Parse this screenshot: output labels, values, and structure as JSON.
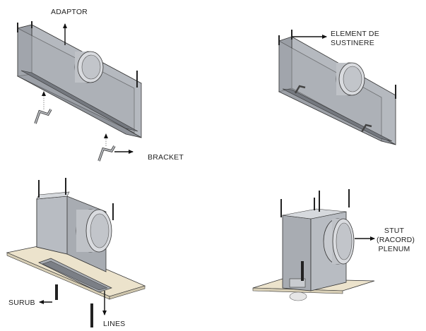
{
  "labels": {
    "adaptor": "ADAPTOR",
    "bracket": "BRACKET",
    "element_line1": "ELEMENT DE",
    "element_line2": "SUSTINERE",
    "surub": "SURUB",
    "lines": "LINES",
    "stut_line1": "STUT",
    "stut_line2": "(RACORD)",
    "stut_line3": "PLENUM"
  },
  "colors": {
    "metal_dark": "#8e9299",
    "metal_mid": "#b3b7bd",
    "metal_light": "#d3d6da",
    "ceiling": "#ece3cc",
    "outline": "#2a2a2a"
  }
}
